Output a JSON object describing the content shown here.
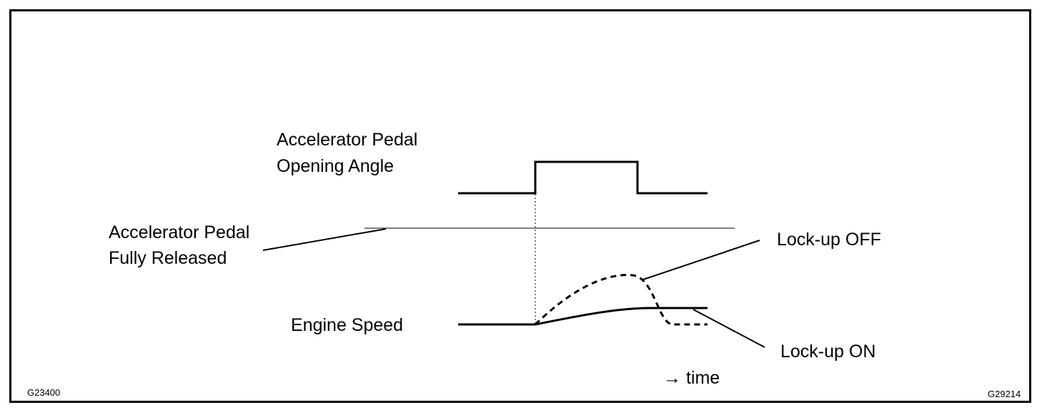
{
  "figure": {
    "labels": {
      "pedal_opening_line1": "Accelerator Pedal",
      "pedal_opening_line2": "Opening Angle",
      "pedal_released_line1": "Accelerator Pedal",
      "pedal_released_line2": "Fully Released",
      "lockup_off": "Lock-up OFF",
      "lockup_on": "Lock-up ON",
      "engine_speed": "Engine Speed",
      "time_axis": "→ time"
    },
    "codes": {
      "left": "G23400",
      "right": "G29214"
    },
    "colors": {
      "line": "#000000",
      "background": "#ffffff"
    }
  }
}
